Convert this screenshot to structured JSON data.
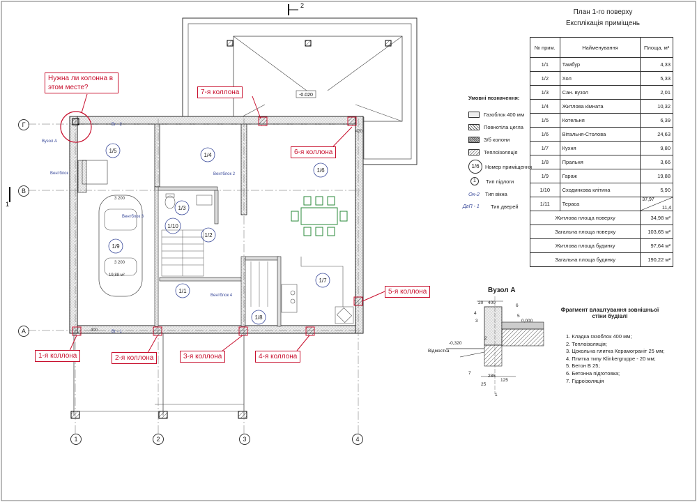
{
  "plan": {
    "title": "План 1-го поверху",
    "subtitle": "Експлікація приміщень",
    "section_mark": "2",
    "section_mark_left": "1",
    "roof_level": "-0.020"
  },
  "table": {
    "headers": [
      "№ прим.",
      "Найменування",
      "Площа, м²"
    ],
    "rows": [
      {
        "num": "1/1",
        "name": "Тамбур",
        "area": "4,33"
      },
      {
        "num": "1/2",
        "name": "Хол",
        "area": "5,33"
      },
      {
        "num": "1/3",
        "name": "Сан. вузол",
        "area": "2,01"
      },
      {
        "num": "1/4",
        "name": "Житлова кімната",
        "area": "10,32"
      },
      {
        "num": "1/5",
        "name": "Котельня",
        "area": "6,39"
      },
      {
        "num": "1/6",
        "name": "Вітальня-Столова",
        "area": "24,63"
      },
      {
        "num": "1/7",
        "name": "Кухня",
        "area": "9,80"
      },
      {
        "num": "1/8",
        "name": "Пральня",
        "area": "3,66"
      },
      {
        "num": "1/9",
        "name": "Гараж",
        "area": "19,88"
      },
      {
        "num": "1/10",
        "name": "Сходинкова клітина",
        "area": "5,90"
      }
    ],
    "terrace": {
      "num": "1/11",
      "name": "Тераса",
      "area_top": "37,97",
      "area_bottom": "11,4"
    },
    "totals": [
      {
        "label": "Житлова площа поверху",
        "value": "34,98 м²"
      },
      {
        "label": "Загальна площа поверху",
        "value": "103,65 м²"
      },
      {
        "label": "Житлова площа будинку",
        "value": "97,64 м²"
      },
      {
        "label": "Загальна площа будинку",
        "value": "190,22 м²"
      }
    ]
  },
  "legend": {
    "title": "Умовні позначення:",
    "items": [
      "Газоблок 400 мм",
      "Повнотіла цегла",
      "З/б колони",
      "Теплоізоляція",
      "Номер приміщення",
      "Тип підлоги",
      "Тип вікна",
      "Тип дверей"
    ],
    "room_symbol": "1/6",
    "floor_symbol": "1",
    "window_symbol": "Ок-2",
    "door_symbol": "ДвП - 1"
  },
  "callouts": {
    "question": "Нужна ли колонна в этом месте?",
    "c1": "1-я коллона",
    "c2": "2-я коллона",
    "c3": "3-я коллона",
    "c4": "4-я коллона",
    "c5": "5-я коллона",
    "c6": "6-я коллона",
    "c7": "7-я коллона"
  },
  "axes": {
    "rows": [
      "Г",
      "В",
      "А"
    ],
    "cols": [
      "1",
      "2",
      "3",
      "4"
    ]
  },
  "rooms": {
    "r11": "1/1",
    "r12": "1/2",
    "r13": "1/3",
    "r14": "1/4",
    "r15": "1/5",
    "r16": "1/6",
    "r17": "1/7",
    "r18": "1/8",
    "r19": "1/9",
    "r110": "1/10",
    "garage_dim": "3 200",
    "garage_dim2": "3 200",
    "garage_area": "19,88 м²"
  },
  "labels": {
    "uzol_a_plan": "Вузол А",
    "vent1": "Вентблок",
    "vent2": "Вентблок 2",
    "vent3": "Вентблок 3",
    "vent4": "Вентблок 4",
    "vg2": "Вг - 2",
    "vg1": "Вг - 1",
    "dim420": "420",
    "dim400": "400"
  },
  "detail": {
    "title": "Вузол А",
    "fragment_title": "Фрагмент влаштування зовнішньої стіни будівлі",
    "items": [
      "1. Кладка газоблок 400 мм;",
      "2.  Теплоізоляція;",
      "3. Цокольна плитка Керамограніт 25 мм;",
      "4.  Плитка типу Klinkergruppe  - 20 мм;",
      "5. Бетон В 25;",
      "6. Бетонна підготовка;",
      "7. Гідроізоляція"
    ],
    "otmostka": "Відмостка",
    "level0": "0,000",
    "level1": "-0,320",
    "d20": "20",
    "d400": "400",
    "d285": "285",
    "d125": "125",
    "d25": "25",
    "n1": "1",
    "n2": "2",
    "n3": "3",
    "n4": "4",
    "n5": "5",
    "n6": "6",
    "n7": "7"
  }
}
